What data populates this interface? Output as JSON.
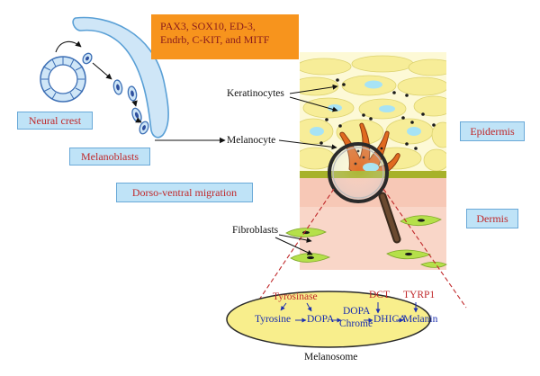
{
  "factors": {
    "line1": "PAX3, SOX10, ED-3,",
    "line2": "Endrb, C-KIT, and MITF"
  },
  "labels": {
    "neural_crest": "Neural crest",
    "melanoblasts": "Melanoblasts",
    "dorso_ventral": "Dorso-ventral migration",
    "epidermis": "Epidermis",
    "dermis": "Dermis",
    "keratinocytes": "Keratinocytes",
    "melanocyte": "Melanocyte",
    "fibroblasts": "Fibroblasts",
    "melanosome": "Melanosome"
  },
  "pathway": {
    "enzyme_tyrosinase": "Tyrosinase",
    "enzyme_dct": "DCT",
    "enzyme_tyrp1": "TYRP1",
    "tyrosine": "Tyrosine",
    "dopa": "DOPA",
    "dopachrome_1": "DOPA",
    "dopachrome_2": "Chrome",
    "dhica": "DHICA",
    "melanin": "Melanin"
  },
  "colors": {
    "box_fill": "#bfe3f7",
    "box_text": "#c0282a",
    "orange": "#f7941d",
    "epidermis": "#fbf6c8",
    "dermis": "#f9d4c6",
    "enzyme": "#c0282a",
    "pathway": "#1b2fb0",
    "fibroblast": "#b5e04a"
  }
}
